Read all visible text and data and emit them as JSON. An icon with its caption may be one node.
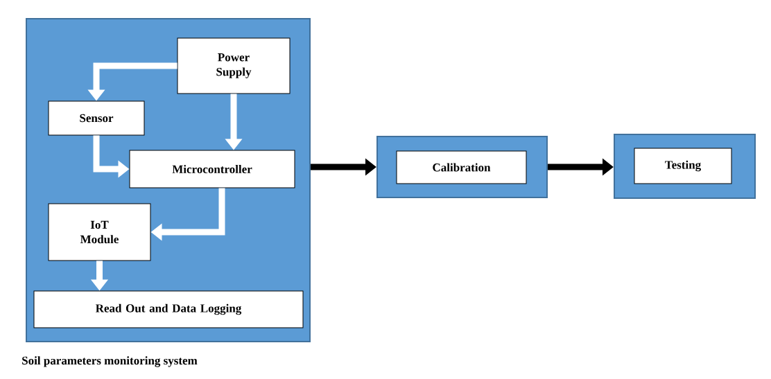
{
  "diagram": {
    "nodes": [
      {
        "text": [
          "Soil parameters monitoring system"
        ]
      },
      {
        "text": [
          "Power Supply"
        ],
        "in": 0
      },
      {
        "text": [
          "Sensor"
        ],
        "in": 0
      },
      {
        "text": [
          "Microcontroller"
        ],
        "in": 0
      },
      {
        "text": [
          "IoT Module"
        ],
        "in": 0
      },
      {
        "text": [
          "Read Out and Data Logging"
        ],
        "in": 0
      },
      {
        "text": [],
        "shape": "box"
      },
      {
        "text": [
          "Calibration"
        ],
        "in": 6
      },
      {
        "text": [],
        "shape": "box"
      },
      {
        "text": [
          "Testing"
        ],
        "in": 8
      }
    ],
    "edges": [
      {
        "from": 1,
        "to": 2,
        "arrow": "to"
      },
      {
        "from": 1,
        "to": 3,
        "arrow": "to"
      },
      {
        "from": 2,
        "to": 3,
        "arrow": "to"
      },
      {
        "from": 3,
        "to": 4,
        "arrow": "to"
      },
      {
        "from": 4,
        "to": 5,
        "arrow": "to"
      },
      {
        "from": 0,
        "to": 6,
        "arrow": "to",
        "color": "#000000"
      },
      {
        "from": 6,
        "to": 8,
        "arrow": "to",
        "color": "#000000"
      }
    ]
  }
}
